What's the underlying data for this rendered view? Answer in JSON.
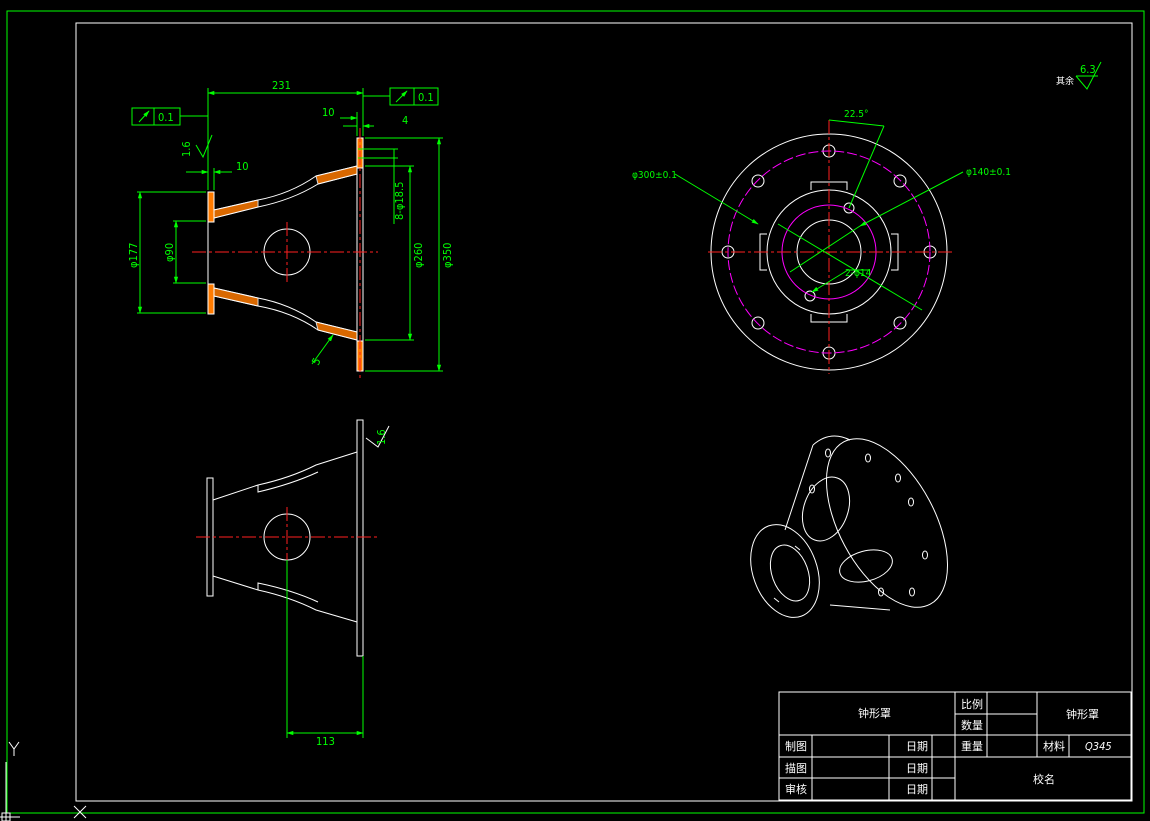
{
  "colors": {
    "background": "#000000",
    "border": "#00ff00",
    "geometry": "#ffffff",
    "dimension": "#00ff00",
    "centerline": "#ff2020",
    "hidden": "#ff00ff",
    "title_text": "#ffffff"
  },
  "dims": {
    "d231": "231",
    "d10a": "10",
    "d4": "4",
    "d10b": "10",
    "d16": "1.6",
    "tol1": "0.1",
    "tol2": "0.1",
    "d177": "φ177",
    "d90": "φ90",
    "d185": "8-φ18.5",
    "d260": "φ260",
    "d350": "φ350",
    "d5": "5",
    "d113": "113",
    "d16b": "1.6",
    "d225": "22.5°",
    "d300": "φ300±0.1",
    "d140": "φ140±0.1",
    "d2x14": "2-φ14",
    "rough_value": "6.3",
    "rough_label": "其余"
  },
  "titleblock": {
    "part_name": "钟形罩",
    "scale_label": "比例",
    "qty_label": "数量",
    "weight_label": "重量",
    "material_label": "材料",
    "material_value": "Q345",
    "drawn_label": "制图",
    "traced_label": "描图",
    "checked_label": "审核",
    "date_label": "日期",
    "part_name_right": "钟形罩",
    "school_label": "校名"
  },
  "ucs": {
    "y_label": "Y",
    "x_label": "X"
  }
}
